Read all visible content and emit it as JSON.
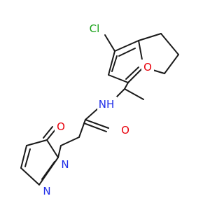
{
  "molecule": {
    "colors": {
      "bond": "#1a1a1a",
      "carbon": "#1a1a1a",
      "oxygen": "#e8000b",
      "nitrogen": "#1f2de8",
      "chlorine": "#18a118",
      "background": "#ffffff"
    },
    "atom_labels": {
      "chlorine": "Cl",
      "furan_oxygen": "O",
      "amide_nh": "NH",
      "amide_oxygen": "O",
      "pyrimidinone_oxygen": "O",
      "pyrimidinone_n1": "N",
      "pyrimidinone_n3": "N"
    }
  }
}
